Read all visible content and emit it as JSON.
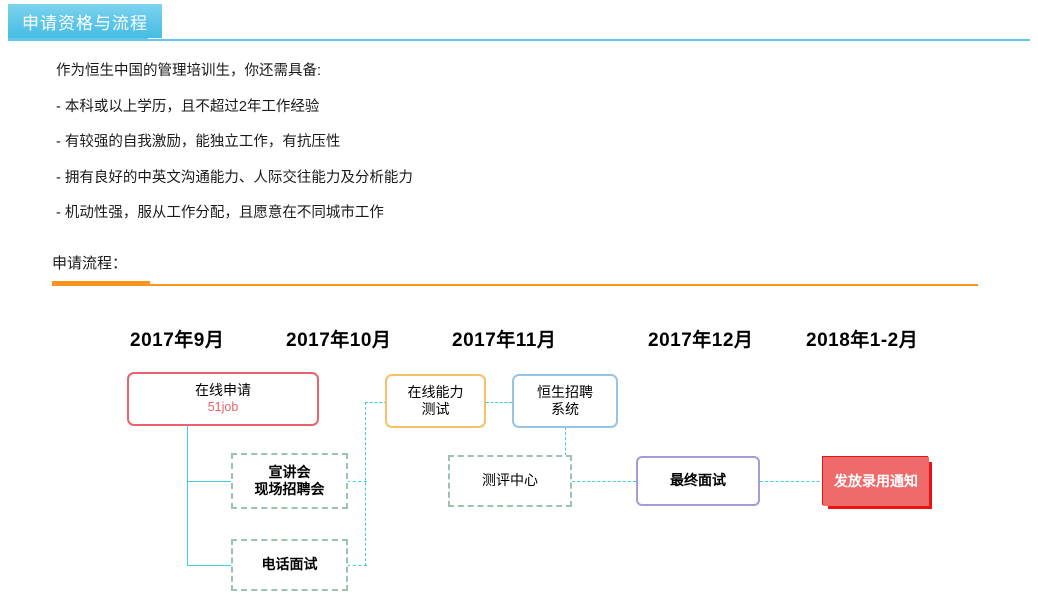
{
  "header": {
    "tab_title": "申请资格与流程"
  },
  "body": {
    "intro": "作为恒生中国的管理培训生，你还需具备:",
    "bullets": [
      "- 本科或以上学历，且不超过2年工作经验",
      "- 有较强的自我激励，能独立工作，有抗压性",
      "- 拥有良好的中英文沟通能力、人际交往能力及分析能力",
      "- 机动性强，服从工作分配，且愿意在不同城市工作"
    ]
  },
  "section": {
    "heading": "申请流程："
  },
  "timeline": {
    "labels": [
      "2017年9月",
      "2017年10月",
      "2017年11月",
      "2017年12月",
      "2018年1-2月"
    ]
  },
  "flow": {
    "nodes": {
      "online_apply": {
        "title": "在线申请",
        "sub": "51job"
      },
      "campus_talk": {
        "line1": "宣讲会",
        "line2": "现场招聘会"
      },
      "phone_interview": {
        "title": "电话面试"
      },
      "online_test": {
        "line1": "在线能力",
        "line2": "测试"
      },
      "hs_system": {
        "line1": "恒生招聘",
        "line2": "系统"
      },
      "assessment_center": {
        "title": "测评中心"
      },
      "final_interview": {
        "title": "最终面试"
      },
      "offer": {
        "title": "发放录用通知"
      }
    }
  },
  "colors": {
    "tab_blue": "#5cc6e8",
    "accent_orange": "#f79520",
    "connector_cyan": "#3fd0e0",
    "apply_red": "#e8636b",
    "dash_green": "#9bc3ae",
    "test_orange": "#f5c265",
    "system_blue": "#96c4e6",
    "interview_purple": "#a79bd6",
    "offer_red": "#ef6b6b"
  }
}
